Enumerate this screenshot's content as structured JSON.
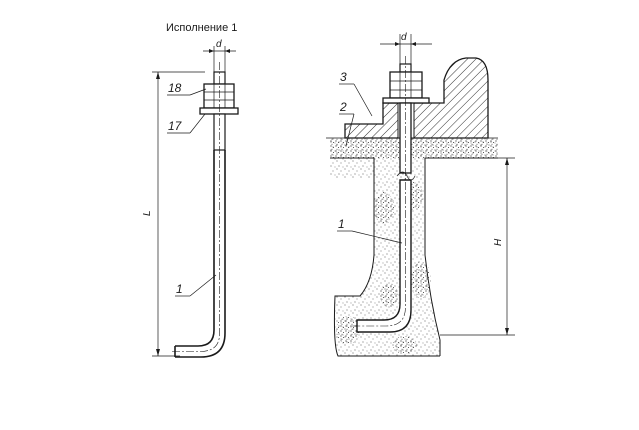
{
  "title": "Исполнение 1",
  "left": {
    "dim_d": "d",
    "dim_L": "L",
    "callouts": [
      "18",
      "17",
      "1"
    ]
  },
  "right": {
    "dim_d": "d",
    "dim_H": "H",
    "callouts": [
      "3",
      "2",
      "1"
    ]
  }
}
